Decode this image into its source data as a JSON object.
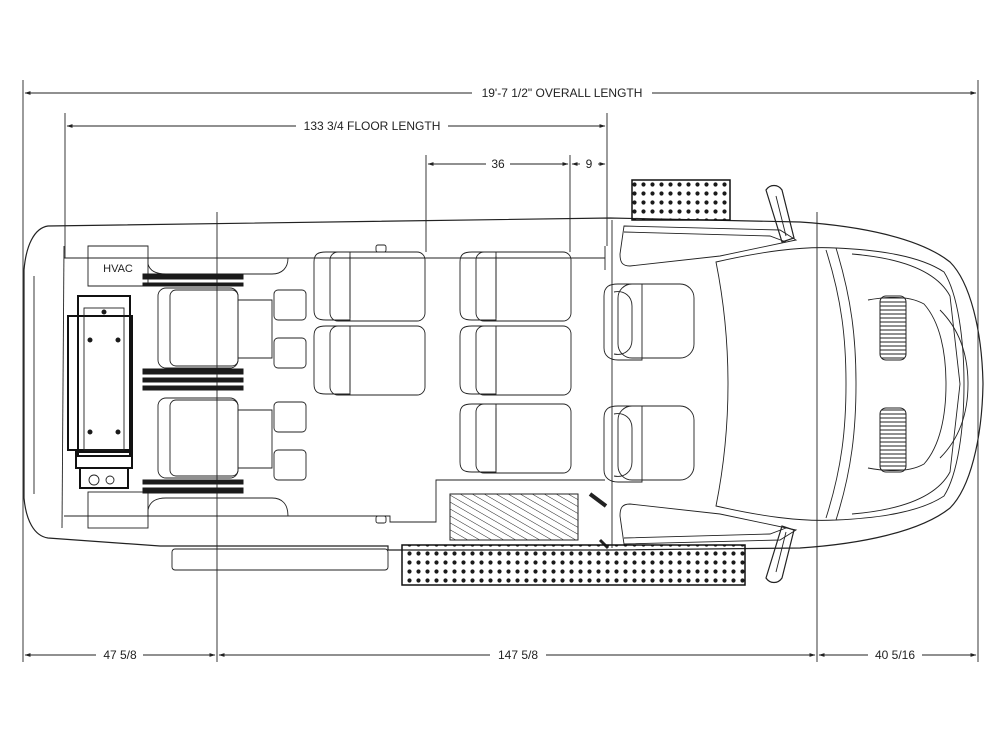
{
  "dimensions": {
    "overall_length": "19'-7 1/2\" OVERALL LENGTH",
    "floor_length": "133 3/4 FLOOR LENGTH",
    "seat_spacing": "36",
    "step_offset": "9",
    "rear_overhang": "47 5/8",
    "wheelbase": "147 5/8",
    "front_overhang": "40 5/16"
  },
  "labels": {
    "hvac": "HVAC"
  }
}
